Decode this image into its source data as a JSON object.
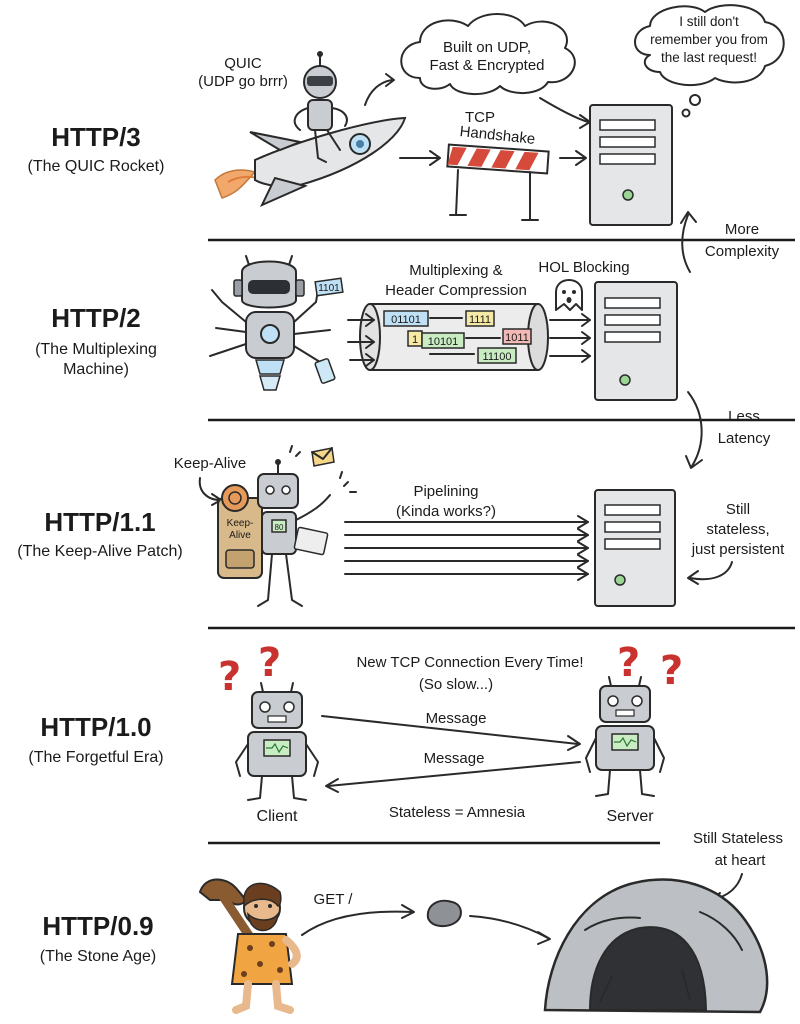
{
  "eras": [
    {
      "title": "HTTP/3",
      "subtitle": "(The QUIC Rocket)"
    },
    {
      "title": "HTTP/2",
      "subtitle_1": "(The Multiplexing",
      "subtitle_2": "Machine)"
    },
    {
      "title": "HTTP/1.1",
      "subtitle": "(The Keep-Alive Patch)"
    },
    {
      "title": "HTTP/1.0",
      "subtitle": "(The Forgetful Era)"
    },
    {
      "title": "HTTP/0.9",
      "subtitle": "(The Stone Age)"
    }
  ],
  "http3": {
    "quic_1": "QUIC",
    "quic_2": "(UDP go brrr)",
    "cloud_1": "Built on UDP,",
    "cloud_2": "Fast & Encrypted",
    "server_thought_1": "I still don't",
    "server_thought_2": "remember you from",
    "server_thought_3": "the last request!",
    "tcp_1": "TCP",
    "tcp_2": "Handshake"
  },
  "transitions": {
    "more_1": "More",
    "more_2": "Complexity",
    "less_1": "Less",
    "less_2": "Latency",
    "still_1": "Still",
    "still_2": "stateless,",
    "still_3": "just persistent",
    "heart_1": "Still Stateless",
    "heart_2": "at heart"
  },
  "http2": {
    "mux_1": "Multiplexing &",
    "mux_2": "Header Compression",
    "hol": "HOL Blocking",
    "packets": [
      "01101",
      "1111",
      "1",
      "10101",
      "1011",
      "11100"
    ],
    "robot_card": "1101"
  },
  "http11": {
    "keepalive": "Keep-Alive",
    "pipe_1": "Pipelining",
    "pipe_2": "(Kinda works?)",
    "backpack_1": "Keep-",
    "backpack_2": "Alive",
    "chest": "80"
  },
  "http10": {
    "new_tcp_1": "New TCP Connection Every Time!",
    "new_tcp_2": "(So slow...)",
    "message_1": "Message",
    "message_2": "Message",
    "stateless": "Stateless = Amnesia",
    "client": "Client",
    "server": "Server",
    "question_mark": "?"
  },
  "http09": {
    "get": "GET /"
  },
  "colors": {
    "packet_blue": "#bfe0f5",
    "packet_yellow": "#f6e9a6",
    "packet_red": "#f4b9b4",
    "packet_green": "#c9ecc3",
    "question_red": "#c9322e",
    "barrier_red": "#d64a3b"
  }
}
